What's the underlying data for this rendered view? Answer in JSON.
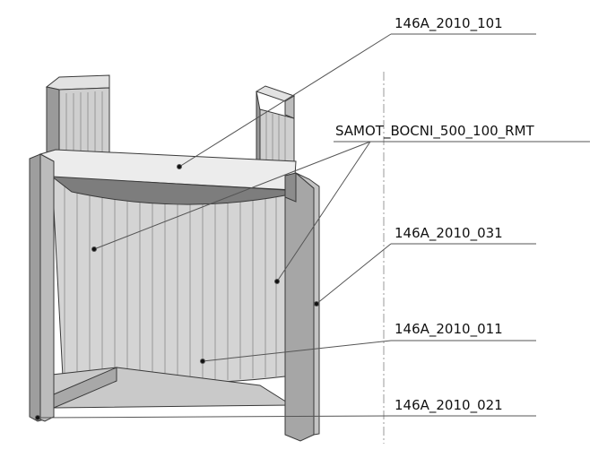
{
  "labels": {
    "top_plate": "146A_2010_101",
    "side_brick": "SAMOT_BOCNI_500_100_RMT",
    "right_end": "146A_2010_031",
    "back_wall": "146A_2010_011",
    "left_end": "146A_2010_021"
  },
  "colors": {
    "outline": "#3a3a3a",
    "face_light": "#e6e6e6",
    "face_mid": "#c8c8c8",
    "face_dark": "#8f8f8f",
    "leader": "#555555",
    "centerline": "#9a9a9a"
  }
}
